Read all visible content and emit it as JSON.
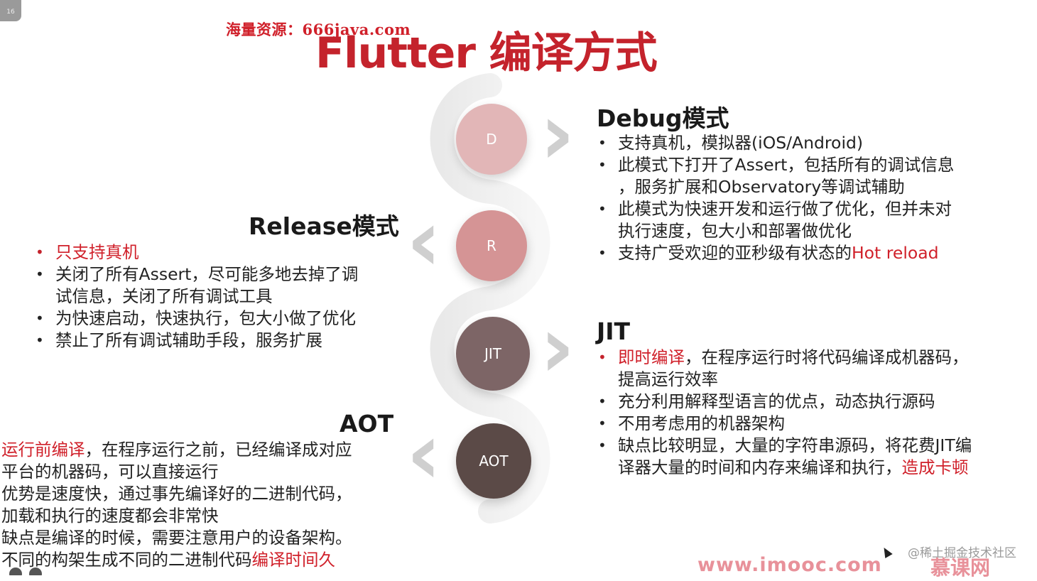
{
  "corner_badge": "16",
  "watermark": "海量资源：666java.com",
  "title": "Flutter 编译方式",
  "circles": [
    {
      "label": "D",
      "color": "#e2b6b7"
    },
    {
      "label": "R",
      "color": "#d59495"
    },
    {
      "label": "JIT",
      "color": "#7d6566"
    },
    {
      "label": "AOT",
      "color": "#5b4a47"
    }
  ],
  "debug": {
    "heading": "Debug模式",
    "items": [
      [
        "支持真机，模拟器(iOS/Android)"
      ],
      [
        "此模式下打开了Assert，包括所有的调试信息",
        "，服务扩展和Observatory等调试辅助"
      ],
      [
        "此模式为快速开发和运行做了优化，但并未对",
        "执行速度，包大小和部署做优化"
      ]
    ],
    "last_item_prefix": "支持广受欢迎的亚秒级有状态的",
    "last_item_red": "Hot reload"
  },
  "release": {
    "heading": "Release模式",
    "first_red": "只支持真机",
    "items": [
      [
        "关闭了所有Assert，尽可能多地去掉了调",
        "试信息，关闭了所有调试工具"
      ],
      [
        "为快速启动，快速执行，包大小做了优化"
      ],
      [
        "禁止了所有调试辅助手段，服务扩展"
      ]
    ]
  },
  "jit": {
    "heading": "JIT",
    "first_red": "即时编译",
    "first_rest": "，在程序运行时将代码编译成机器码，",
    "first_line2": "提高运行效率",
    "items": [
      [
        "充分利用解释型语言的优点，动态执行源码"
      ],
      [
        "不用考虑用的机器架构"
      ]
    ],
    "last_line1": "缺点比较明显，大量的字符串源码，将花费JIT编",
    "last_line2_prefix": "译器大量的时间和内存来编译和执行，",
    "last_line2_red": "造成卡顿"
  },
  "aot": {
    "heading": "AOT",
    "line1_red": "运行前编译",
    "line1_rest": "，在程序运行之前，已经编译成对应",
    "line2": "平台的机器码，可以直接运行",
    "line3": "优势是速度快，通过事先编译好的二进制代码，",
    "line4": "加载和执行的速度都会非常快",
    "line5": "缺点是编译的时候，需要注意用户的设备架构。",
    "line6_prefix": "不同的构架生成不同的二进制代码",
    "line6_red": "编译时间久"
  },
  "footer": {
    "juejin": "@稀土掘金技术社区",
    "url": "www.imooc.com",
    "brand": "慕课网"
  }
}
